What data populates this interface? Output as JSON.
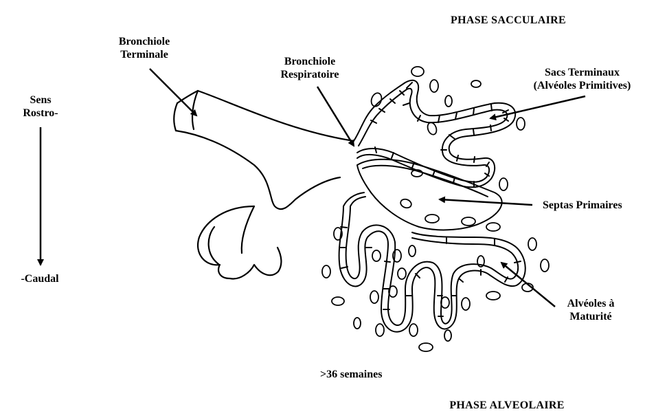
{
  "phases": {
    "top": "PHASE SACCULAIRE",
    "bottom": "PHASE ALVEOLAIRE"
  },
  "labels": {
    "bronchiole_terminale": [
      "Bronchiole",
      "Terminale"
    ],
    "bronchiole_respiratoire": [
      "Bronchiole",
      "Respiratoire"
    ],
    "sacs_terminaux": [
      "Sacs Terminaux",
      "(Alvéoles Primitives)"
    ],
    "septas_primaires": "Septas Primaires",
    "alveoles_maturite": [
      "Alvéoles à",
      "Maturité"
    ],
    "age": ">36 semaines"
  },
  "axis": {
    "top_lines": [
      "Sens",
      "Rostro-"
    ],
    "bottom": "-Caudal"
  },
  "colors": {
    "ink": "#000000",
    "background": "#ffffff"
  }
}
